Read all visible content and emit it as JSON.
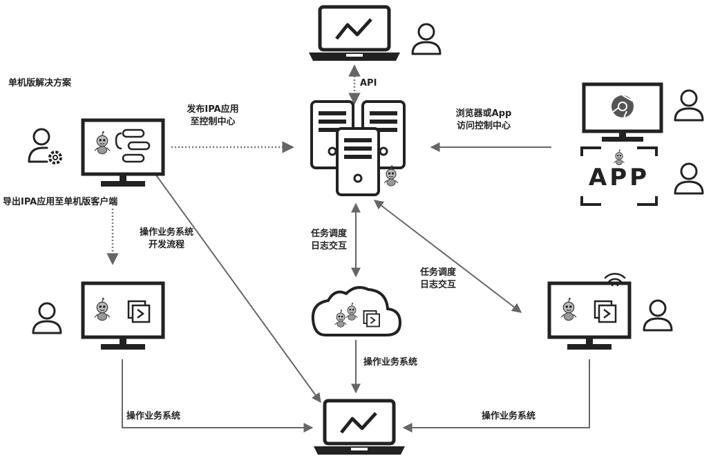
{
  "labels": {
    "standalone_solution": "单机版解决方案",
    "publish_line1": "发布IPA应用",
    "publish_line2": "至控制中心",
    "export_to_client": "导出IPA应用至单机版客户端",
    "operate_dev_line1": "操作业务系统",
    "operate_dev_line2": "开发流程",
    "api": "API",
    "browser_line1": "浏览器或App",
    "browser_line2": "访问控制中心",
    "task_log_left_line1": "任务调度",
    "task_log_left_line2": "日志交互",
    "task_log_right_line1": "任务调度",
    "task_log_right_line2": "日志交互",
    "operate_cloud": "操作业务系统",
    "operate_bottom_left": "操作业务系统",
    "operate_bottom_right": "操作业务系统",
    "app_badge": "APP"
  },
  "colors": {
    "stroke": "#222222",
    "arrow": "#777777",
    "chrome": "#555555"
  },
  "icons": [
    "laptop-chart-icon",
    "user-icon",
    "user-gear-icon",
    "monitor-robot-icon",
    "server-cluster-icon",
    "robot-icon",
    "cloud-icon",
    "browser-monitor-icon",
    "app-frame-icon",
    "wifi-icon"
  ]
}
